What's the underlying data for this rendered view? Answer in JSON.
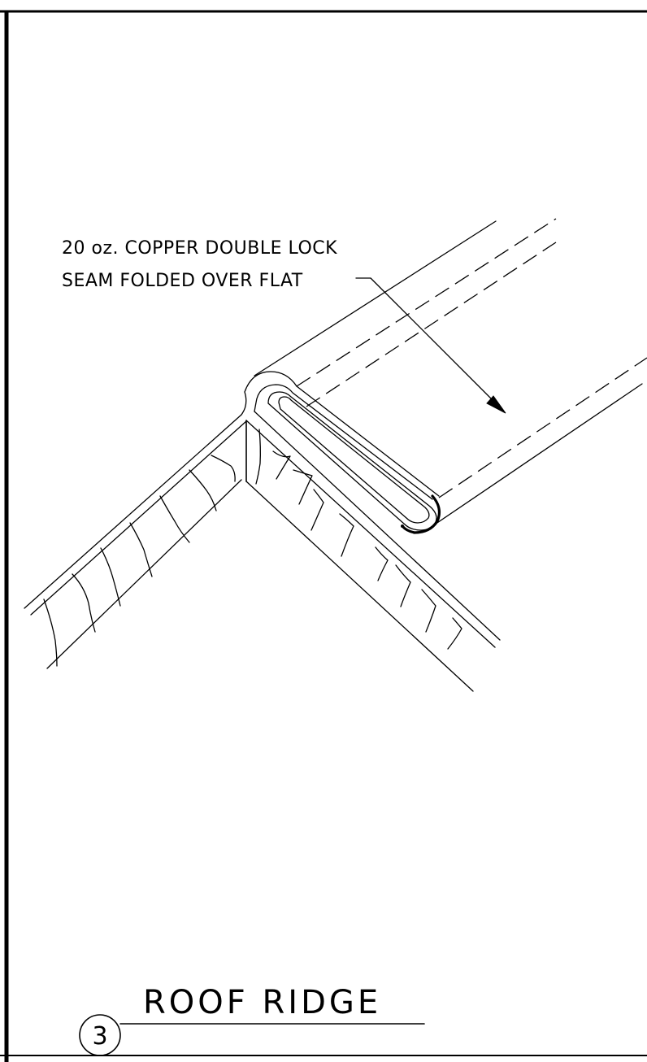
{
  "note": {
    "line1": "20 oz. COPPER DOUBLE LOCK",
    "line2": "SEAM FOLDED OVER FLAT"
  },
  "title": {
    "number": "3",
    "text": "ROOF RIDGE"
  },
  "colors": {
    "ink": "#000000",
    "paper": "#ffffff"
  }
}
